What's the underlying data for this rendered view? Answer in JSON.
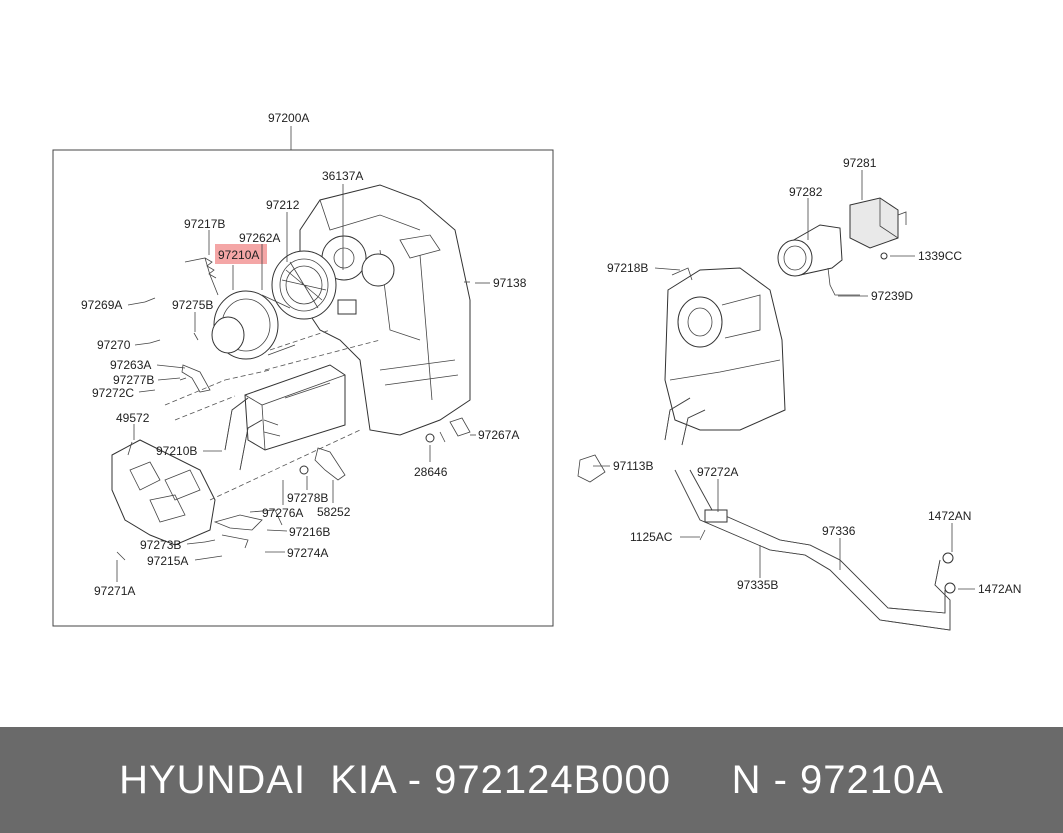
{
  "diagram": {
    "highlight_color": "#f08080",
    "assembly_label": "97200A",
    "labels": [
      {
        "id": "97200A",
        "text": "97200A"
      },
      {
        "id": "36137A",
        "text": "36137A"
      },
      {
        "id": "97212",
        "text": "97212"
      },
      {
        "id": "97217B",
        "text": "97217B"
      },
      {
        "id": "97262A",
        "text": "97262A"
      },
      {
        "id": "97210A",
        "text": "97210A"
      },
      {
        "id": "97138",
        "text": "97138"
      },
      {
        "id": "97269A",
        "text": "97269A"
      },
      {
        "id": "97275B",
        "text": "97275B"
      },
      {
        "id": "97270",
        "text": "97270"
      },
      {
        "id": "97263A",
        "text": "97263A"
      },
      {
        "id": "97277B",
        "text": "97277B"
      },
      {
        "id": "97272C",
        "text": "97272C"
      },
      {
        "id": "49572",
        "text": "49572"
      },
      {
        "id": "97210B",
        "text": "97210B"
      },
      {
        "id": "97267A",
        "text": "97267A"
      },
      {
        "id": "28646",
        "text": "28646"
      },
      {
        "id": "97278B",
        "text": "97278B"
      },
      {
        "id": "58252",
        "text": "58252"
      },
      {
        "id": "97276A",
        "text": "97276A"
      },
      {
        "id": "97216B",
        "text": "97216B"
      },
      {
        "id": "97273B",
        "text": "97273B"
      },
      {
        "id": "97274A",
        "text": "97274A"
      },
      {
        "id": "97215A",
        "text": "97215A"
      },
      {
        "id": "97271A",
        "text": "97271A"
      },
      {
        "id": "97281",
        "text": "97281"
      },
      {
        "id": "97282",
        "text": "97282"
      },
      {
        "id": "97218B",
        "text": "97218B"
      },
      {
        "id": "1339CC",
        "text": "1339CC"
      },
      {
        "id": "97239D",
        "text": "97239D"
      },
      {
        "id": "97113B",
        "text": "97113B"
      },
      {
        "id": "97272A",
        "text": "97272A"
      },
      {
        "id": "1125AC",
        "text": "1125AC"
      },
      {
        "id": "97336",
        "text": "97336"
      },
      {
        "id": "1472AN_1",
        "text": "1472AN"
      },
      {
        "id": "1472AN_2",
        "text": "1472AN"
      },
      {
        "id": "97335B",
        "text": "97335B"
      }
    ]
  },
  "footer": {
    "brand": "HYUNDAI  KIA",
    "part_number": "972124B000",
    "reference": "N - 97210A",
    "text": "HYUNDAI  KIA - 972124B000     N - 97210A"
  }
}
